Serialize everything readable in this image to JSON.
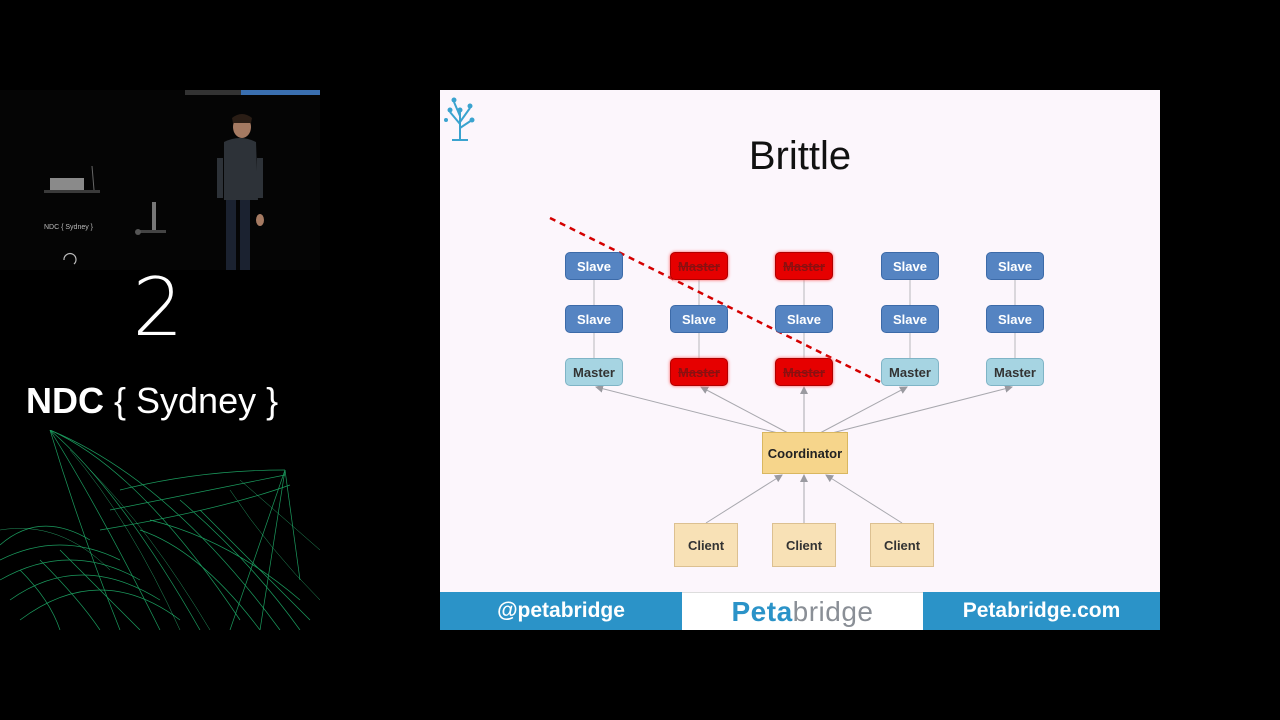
{
  "event": {
    "mini_logo": "NDC { Sydney }",
    "track_number": "2",
    "logo_bold": "NDC",
    "logo_light": " { Sydney }"
  },
  "slide": {
    "title": "Brittle",
    "rows": [
      [
        "Slave",
        "Master",
        "Master",
        "Slave",
        "Slave"
      ],
      [
        "Slave",
        "Slave",
        "Slave",
        "Slave",
        "Slave"
      ],
      [
        "Master",
        "Master",
        "Master",
        "Master",
        "Master"
      ]
    ],
    "coordinator": "Coordinator",
    "clients": [
      "Client",
      "Client",
      "Client"
    ],
    "colors": {
      "slave": "#5584c2",
      "master": "#a6d4e2",
      "failed": "#e60000",
      "coordinator": "#f6d58b",
      "client": "#f8e1b6",
      "failure_line": "#d40000"
    }
  },
  "footer": {
    "twitter": "@petabridge",
    "brand_part1": "Peta",
    "brand_part2": "bridge",
    "website": "Petabridge.com",
    "accent": "#2b93c8"
  }
}
